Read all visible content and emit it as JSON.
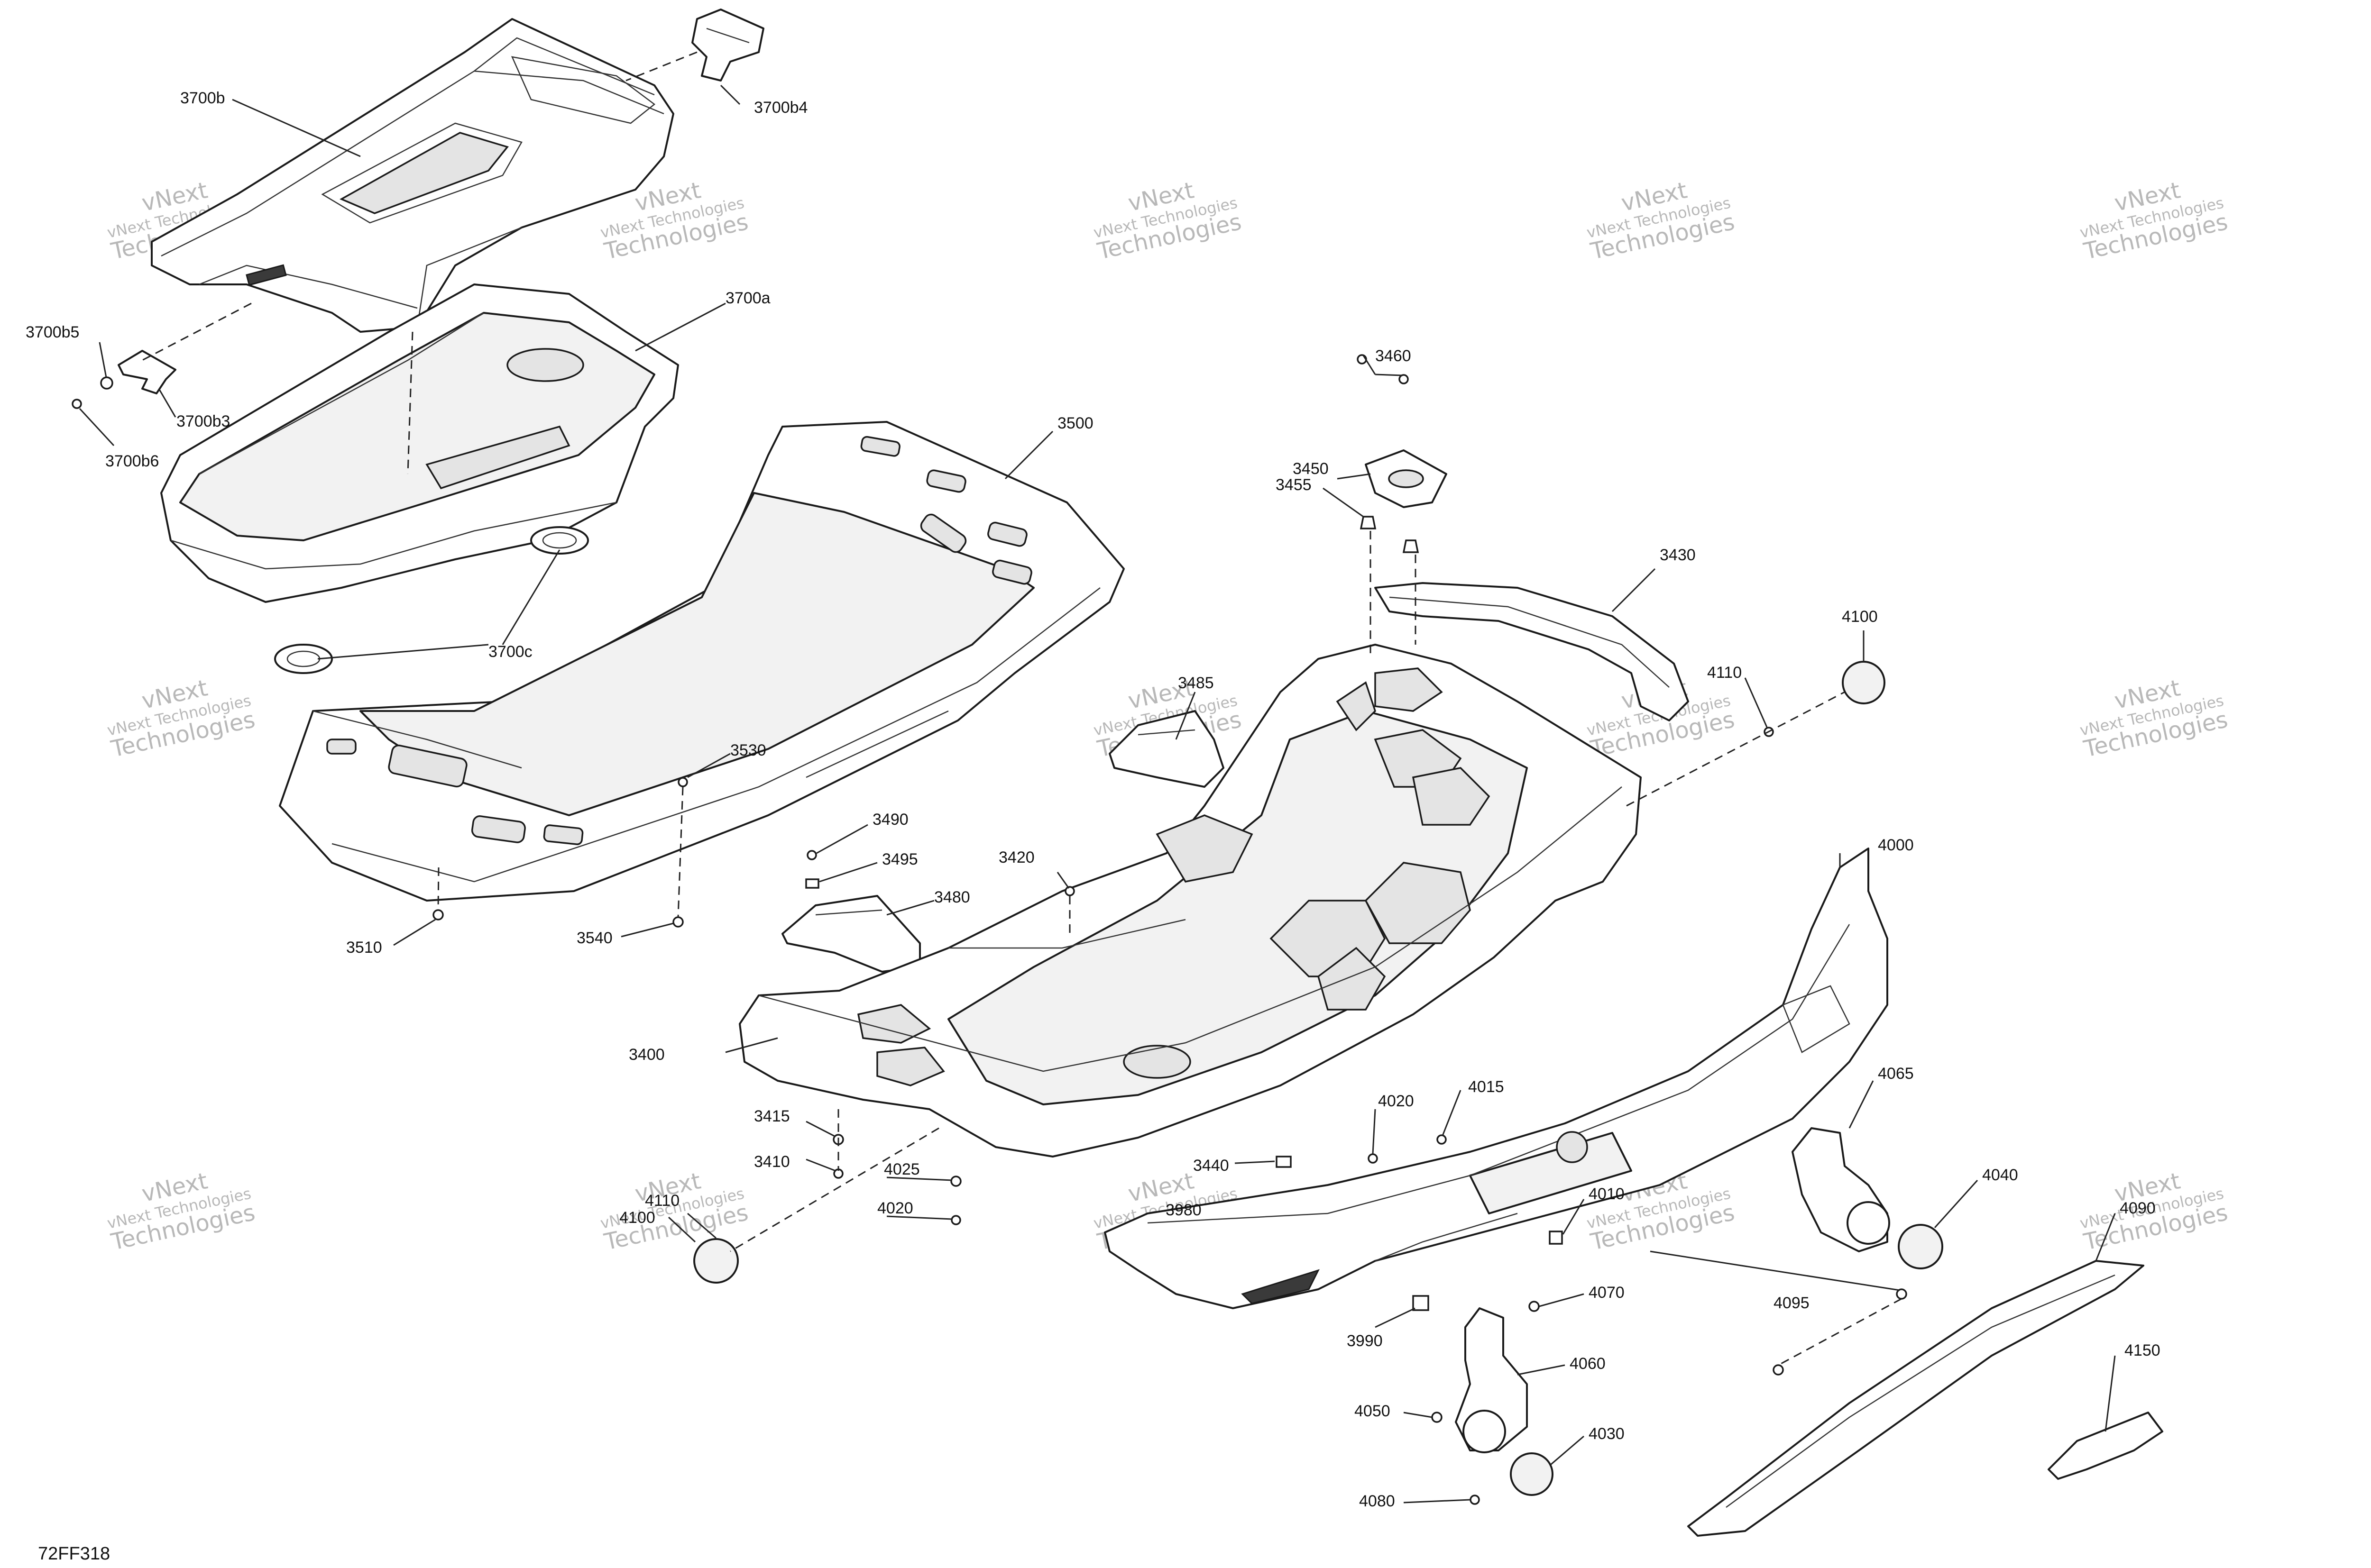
{
  "figure_id": "72FF318",
  "watermark": {
    "line1": "vNext Technologies",
    "line2": "vNext",
    "line3": "Technologies"
  },
  "callouts": [
    "3700b",
    "3700b4",
    "3700b5",
    "3700b3",
    "3700b6",
    "3700a",
    "3700c",
    "3500",
    "3530",
    "3510",
    "3540",
    "3490",
    "3495",
    "3480",
    "3420",
    "3460",
    "3450",
    "3455",
    "3430",
    "3485",
    "4100",
    "4110",
    "4000",
    "3400",
    "3415",
    "3410",
    "4025",
    "4020",
    "4110",
    "4100",
    "3440",
    "4020",
    "4015",
    "3980",
    "4010",
    "4065",
    "4040",
    "4090",
    "3990",
    "4070",
    "4095",
    "4060",
    "4150",
    "4050",
    "4030",
    "4080"
  ],
  "colors": {
    "line": "#1a1a1a",
    "watermark": "#b8b8b8",
    "background": "#ffffff"
  }
}
